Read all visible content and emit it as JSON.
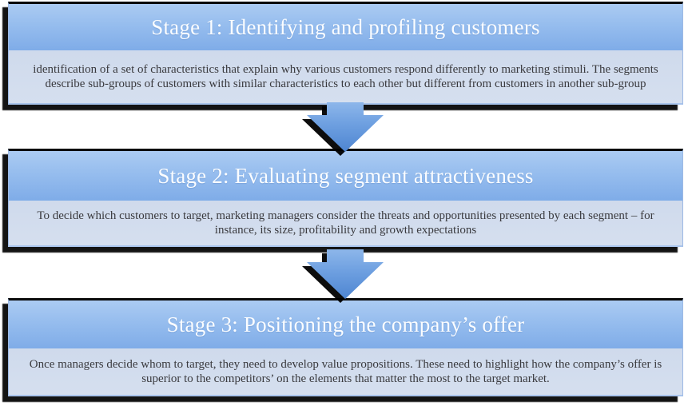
{
  "diagram": {
    "title_implicit": "Market segmentation stages",
    "stages": [
      {
        "title": "Stage 1: Identifying and profiling customers",
        "description": "identification of a set of characteristics that explain why various customers respond differently to marketing stimuli. The segments describe sub-groups of customers with similar characteristics to each other but different from customers in another sub-group"
      },
      {
        "title": "Stage 2: Evaluating segment attractiveness",
        "description": "To decide which customers to target, marketing managers consider the threats and opportunities presented by each segment – for instance, its size, profitability and growth expectations"
      },
      {
        "title": "Stage 3: Positioning the company’s offer",
        "description": "Once managers decide whom to target, they need to develop value propositions. These need to highlight how the company’s offer is superior to the competitors’ on the elements that matter the most to the target market."
      }
    ],
    "arrows": [
      {
        "icon": "down-arrow-icon"
      },
      {
        "icon": "down-arrow-icon"
      }
    ],
    "colors": {
      "header_gradient_top": "#abcbf2",
      "header_gradient_bottom": "#7face8",
      "header_text": "#fbfdff",
      "body_background": "#d3ddee",
      "body_text": "#3a3a3e",
      "arrow_gradient_top": "#8db6ea",
      "arrow_gradient_bottom": "#4e85d1",
      "shadow": "#000000",
      "page_background": "#ffffff"
    }
  }
}
